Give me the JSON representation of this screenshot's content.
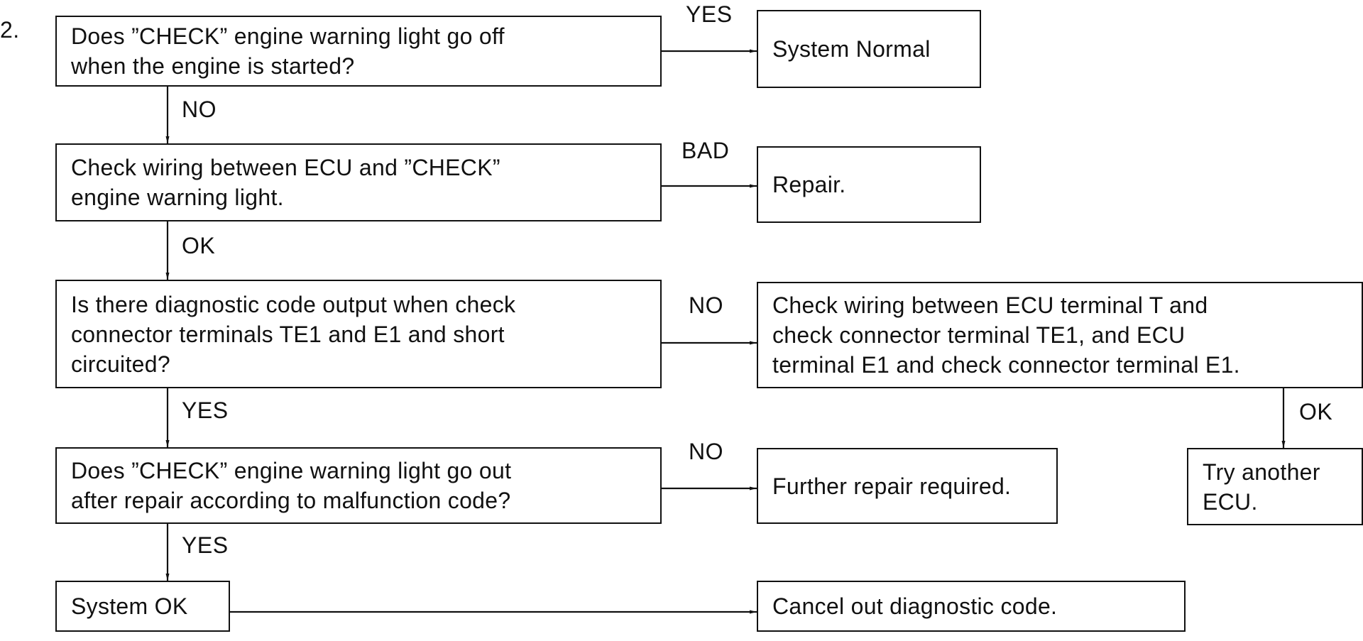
{
  "step_number": "2.",
  "line_color": "#111111",
  "boxes": {
    "q1": "Does ”CHECK” engine warning light go off\nwhen the engine is started?",
    "system_normal": "System Normal",
    "check_wiring_light": "Check wiring between ECU and ”CHECK”\nengine warning light.",
    "repair": "Repair.",
    "q2": "Is there diagnostic code output when check\nconnector terminals TE1 and E1 and short\ncircuited?",
    "check_wiring_terminals": "Check wiring between ECU terminal T and\ncheck connector terminal TE1, and ECU\nterminal E1 and check connector terminal E1.",
    "q3": "Does ”CHECK” engine warning light go out\nafter repair according to malfunction code?",
    "further_repair": "Further repair required.",
    "try_another_ecu": "Try another\nECU.",
    "system_ok": "System OK",
    "cancel_code": "Cancel out diagnostic code."
  },
  "labels": {
    "q1_yes": "YES",
    "q1_no": "NO",
    "wiring_bad": "BAD",
    "wiring_ok": "OK",
    "q2_no": "NO",
    "q2_yes": "YES",
    "terminals_ok": "OK",
    "q3_no": "NO",
    "q3_yes": "YES"
  }
}
